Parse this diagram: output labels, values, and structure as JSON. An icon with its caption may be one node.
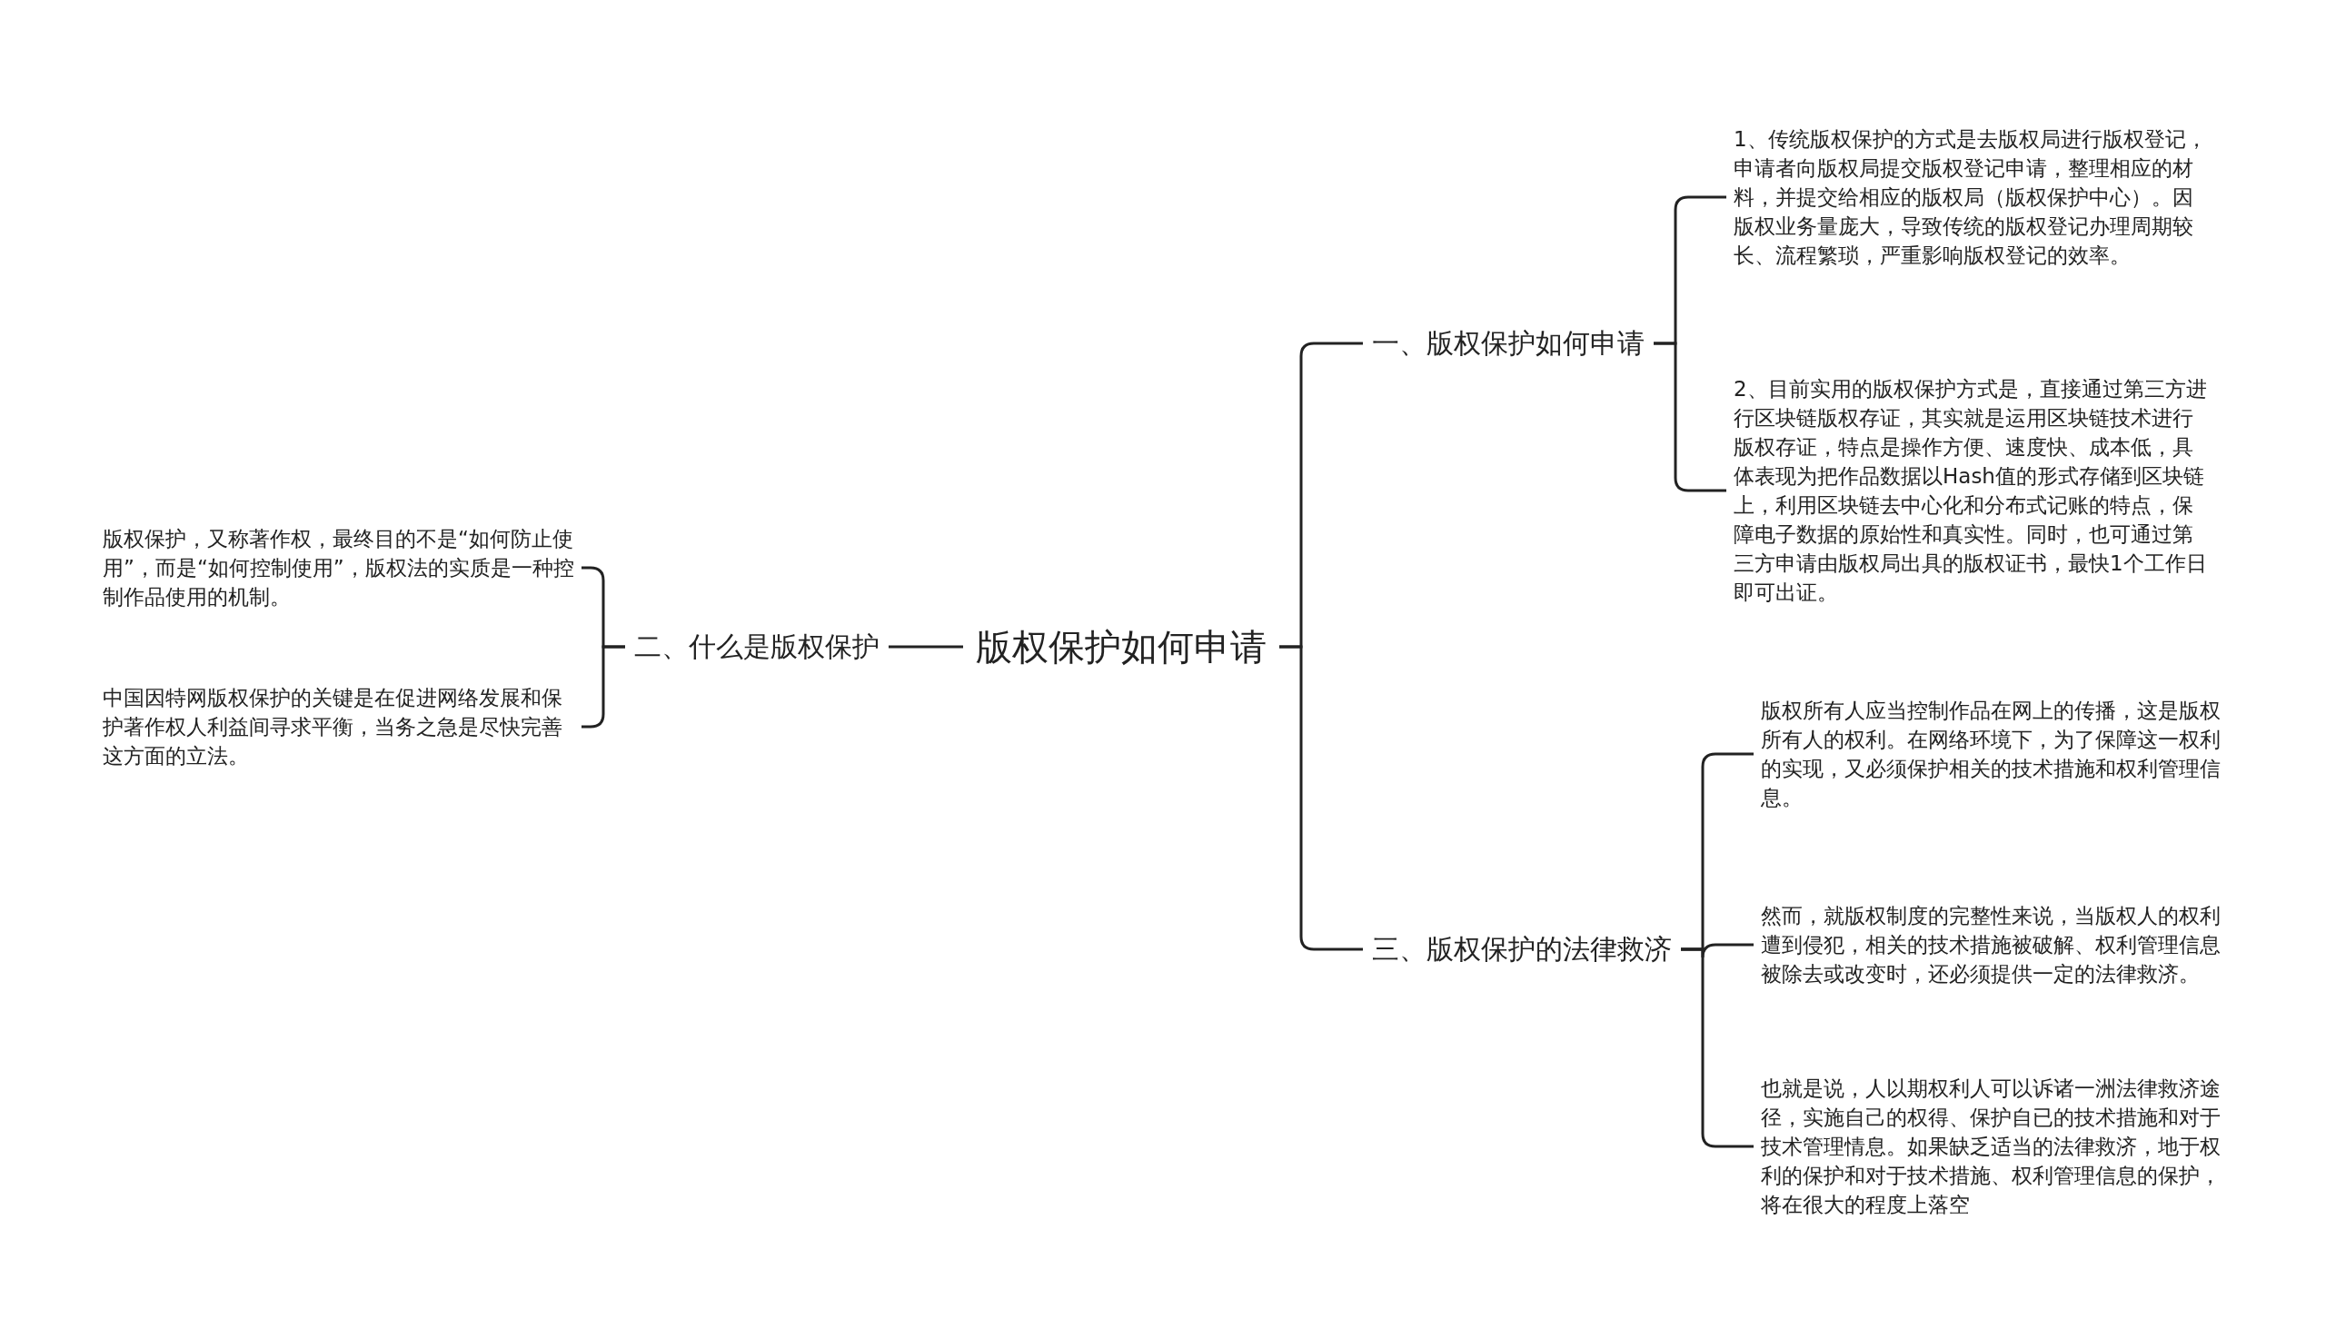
{
  "diagram": {
    "nodes": [
      {
        "text": [
          "版权保护如何申请"
        ]
      },
      {
        "text": [
          "一、版权保护如何申请"
        ]
      },
      {
        "text": [
          "1、传统版权保护的方式是去版权局进行版权登记，申请者向版权局提交版权登记申请，整理相应的材料，并提交给相应的版权局（版权保护中心）。因版权业务量庞大，导致传统的版权登记办理周期较长、流程繁琐，严重影响版权登记的效率。"
        ]
      },
      {
        "text": [
          "2、目前实用的版权保护方式是，直接通过第三方进行区块链版权存证，其实就是运用区块链技术进行版权存证，特点是操作方便、速度快、成本低，具体表现为把作品数据以Hash值的形式存储到区块链上，利用区块链去中心化和分布式记账的特点，保障电子数据的原始性和真实性。同时，也可通过第三方申请由版权局出具的版权证书，最快1个工作日即可出证。"
        ]
      },
      {
        "text": [
          "二、什么是版权保护"
        ]
      },
      {
        "text": [
          "版权保护，又称著作权，最终目的不是“如何防止使用”，而是“如何控制使用”，版权法的实质是一种控制作品使用的机制。"
        ]
      },
      {
        "text": [
          "中国因特网版权保护的关键是在促进网络发展和保护著作权人利益间寻求平衡，当务之急是尽快完善这方面的立法。"
        ]
      },
      {
        "text": [
          "三、版权保护的法律救济"
        ]
      },
      {
        "text": [
          "版权所有人应当控制作品在网上的传播，这是版权所有人的权利。在网络环境下，为了保障这一权利的实现，又必须保护相关的技术措施和权利管理信息。"
        ]
      },
      {
        "text": [
          "然而，就版权制度的完整性来说，当版权人的权利遭到侵犯，相关的技术措施被破解、权利管理信息被除去或改变时，还必须提供一定的法律救济。"
        ]
      },
      {
        "text": [
          "也就是说，人以期权利人可以诉诸一洲法律救济途径，实施自己的权得、保护自已的技术措施和对于技术管理情息。如果缺乏适当的法律救济，地于权利的保护和对于技术措施、权利管理信息的保护，将在很大的程度上落空"
        ]
      }
    ],
    "edges": [
      {
        "from": 0,
        "to": 1,
        "arrow": "none"
      },
      {
        "from": 0,
        "to": 4,
        "arrow": "none"
      },
      {
        "from": 0,
        "to": 7,
        "arrow": "none"
      },
      {
        "from": 1,
        "to": 2,
        "arrow": "none"
      },
      {
        "from": 1,
        "to": 3,
        "arrow": "none"
      },
      {
        "from": 4,
        "to": 5,
        "arrow": "none"
      },
      {
        "from": 4,
        "to": 6,
        "arrow": "none"
      },
      {
        "from": 7,
        "to": 8,
        "arrow": "none"
      },
      {
        "from": 7,
        "to": 9,
        "arrow": "none"
      },
      {
        "from": 7,
        "to": 10,
        "arrow": "none"
      }
    ]
  }
}
